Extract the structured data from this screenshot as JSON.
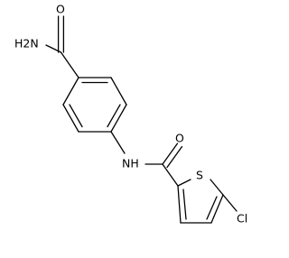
{
  "molecule": {
    "atoms": {
      "amide_nh2": "H2N",
      "amide_o_top": "O",
      "amine_nh": "NH",
      "amide_o_right": "O",
      "ring_s": "S",
      "cl": "Cl"
    }
  }
}
